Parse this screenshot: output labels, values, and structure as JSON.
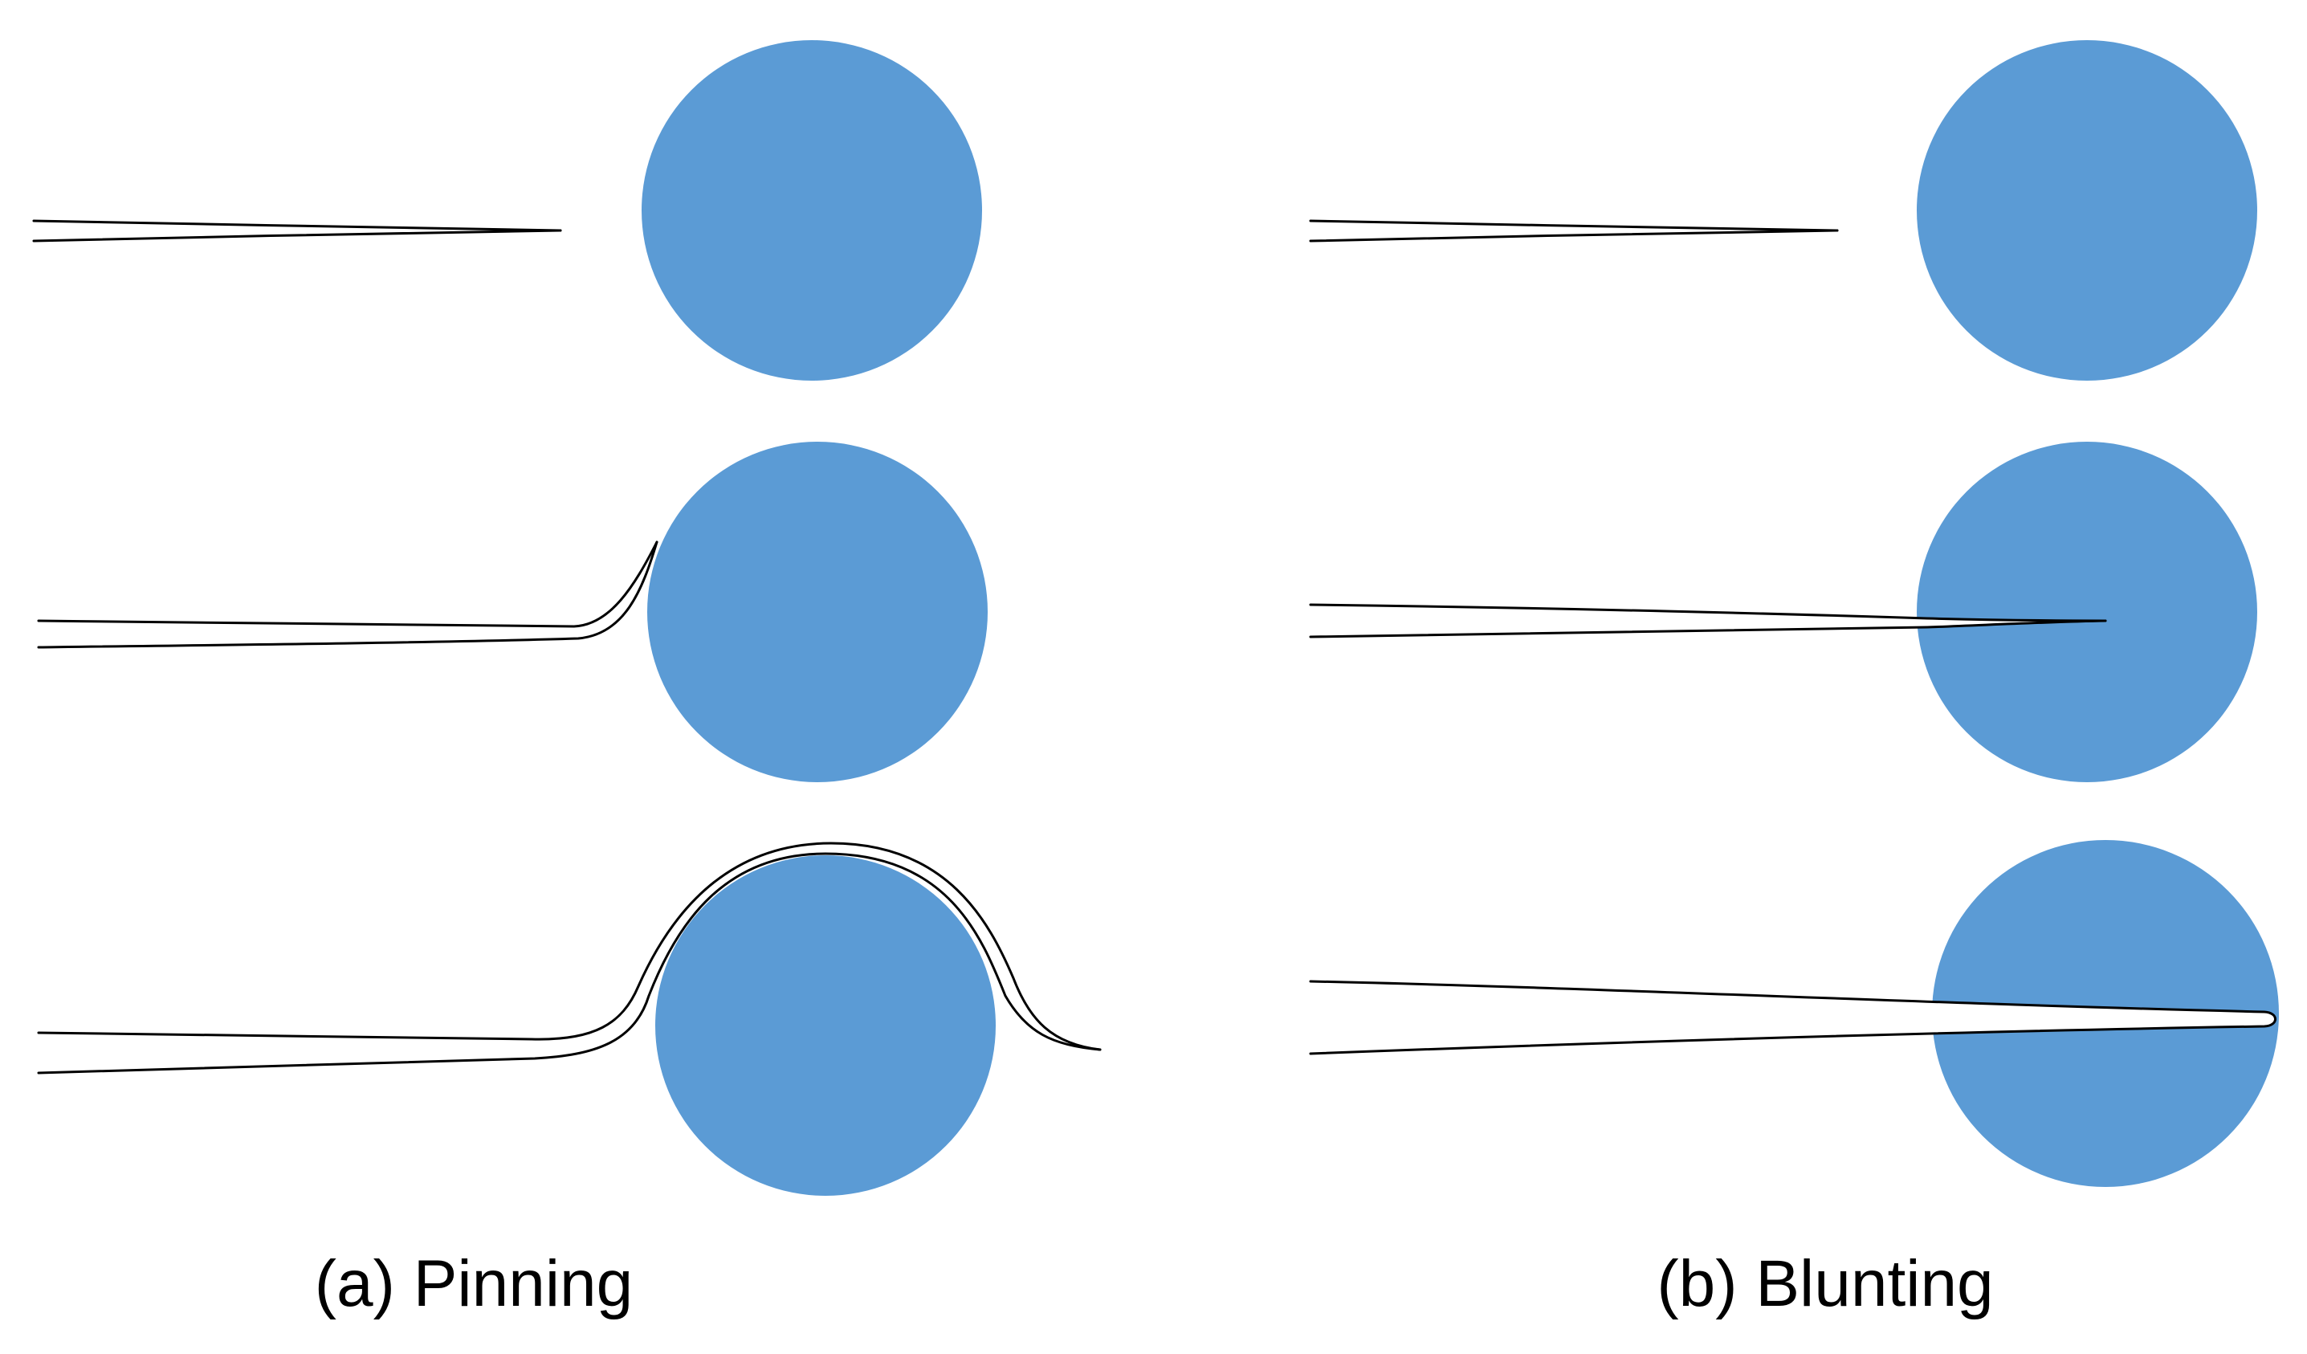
{
  "figure": {
    "particle_color": "#5b9bd5",
    "crack_color": "#000000",
    "background": "#ffffff",
    "panels": [
      {
        "id": "a",
        "label": "(a) Pinning",
        "stages": [
          {
            "stage": 1,
            "crack": "straight crack approaching particle"
          },
          {
            "stage": 2,
            "crack": "crack front bowing around particle"
          },
          {
            "stage": 3,
            "crack": "crack front wrapping over particle"
          }
        ]
      },
      {
        "id": "b",
        "label": "(b) Blunting",
        "stages": [
          {
            "stage": 1,
            "crack": "straight crack approaching particle"
          },
          {
            "stage": 2,
            "crack": "crack tip entering particle"
          },
          {
            "stage": 3,
            "crack": "blunted crack tip inside particle"
          }
        ]
      }
    ]
  }
}
